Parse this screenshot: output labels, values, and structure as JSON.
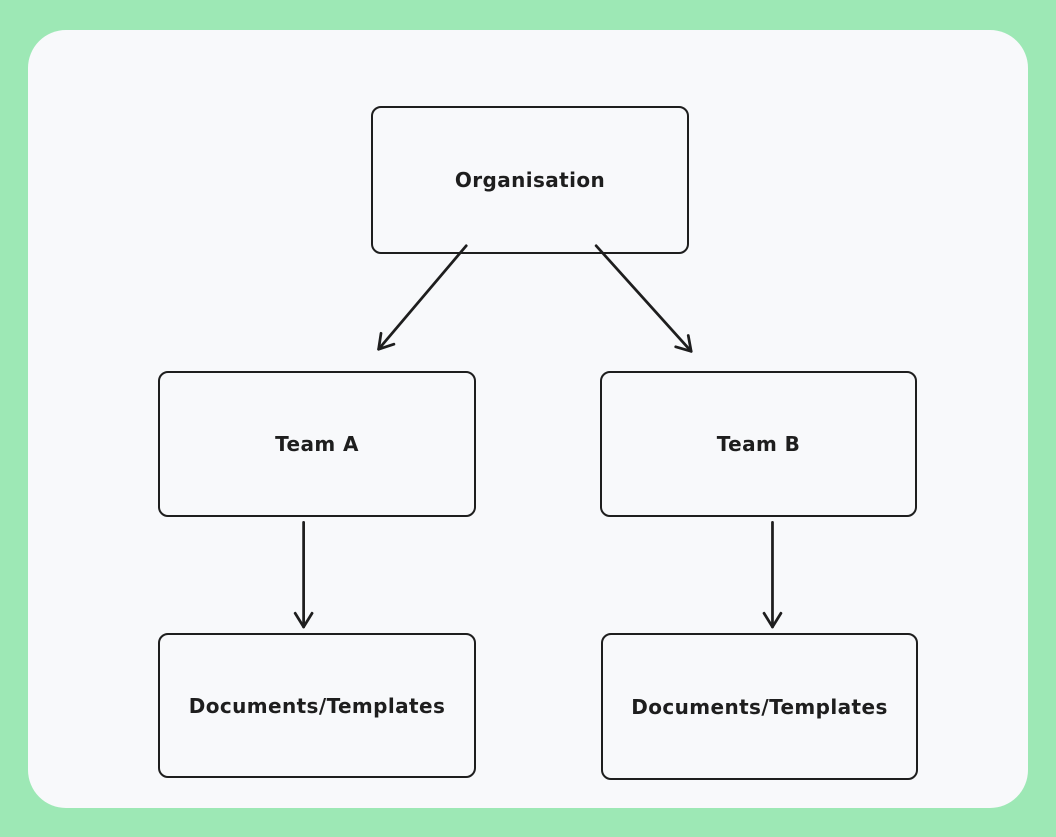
{
  "canvas": {
    "frame_color": "#9de8b5",
    "background_color": "#f8f9fb",
    "stroke_color": "#1e1e1e"
  },
  "nodes": [
    {
      "id": "organisation",
      "label": "Organisation"
    },
    {
      "id": "team-a",
      "label": "Team A"
    },
    {
      "id": "team-b",
      "label": "Team B"
    },
    {
      "id": "docs-a",
      "label": "Documents/Templates"
    },
    {
      "id": "docs-b",
      "label": "Documents/Templates"
    }
  ],
  "edges": [
    {
      "from": "organisation",
      "to": "team-a",
      "style": "arrow"
    },
    {
      "from": "organisation",
      "to": "team-b",
      "style": "arrow"
    },
    {
      "from": "team-a",
      "to": "docs-a",
      "style": "arrow"
    },
    {
      "from": "team-b",
      "to": "docs-b",
      "style": "arrow"
    }
  ]
}
